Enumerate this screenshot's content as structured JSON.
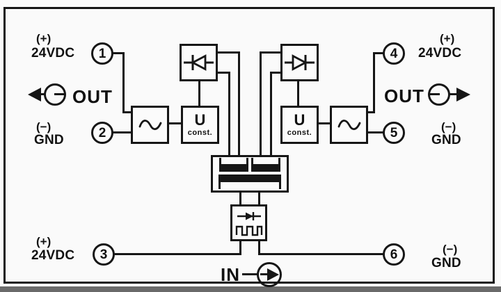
{
  "labels": {
    "plus": "(+)",
    "minus": "(−)",
    "vdc": "24VDC",
    "gnd": "GND",
    "out": "OUT",
    "in": "IN"
  },
  "regulator": {
    "main": "U",
    "sub": "const."
  },
  "terminals": {
    "t1": "1",
    "t2": "2",
    "t3": "3",
    "t4": "4",
    "t5": "5",
    "t6": "6"
  },
  "icons": {
    "filter": "sine-wave",
    "rectifier_left": "diode-pointing-left",
    "rectifier_right": "diode-pointing-right",
    "oscillator": "diode-and-square-wave",
    "transformer": "isolation-transformer-windings",
    "output_left": "arrow-left-through-circle",
    "output_right": "arrow-right-through-circle",
    "input": "arrow-right-in-circle"
  },
  "colors": {
    "line": "#161616",
    "background": "#fafafa",
    "bottom_strip": "#6a6a6a"
  }
}
